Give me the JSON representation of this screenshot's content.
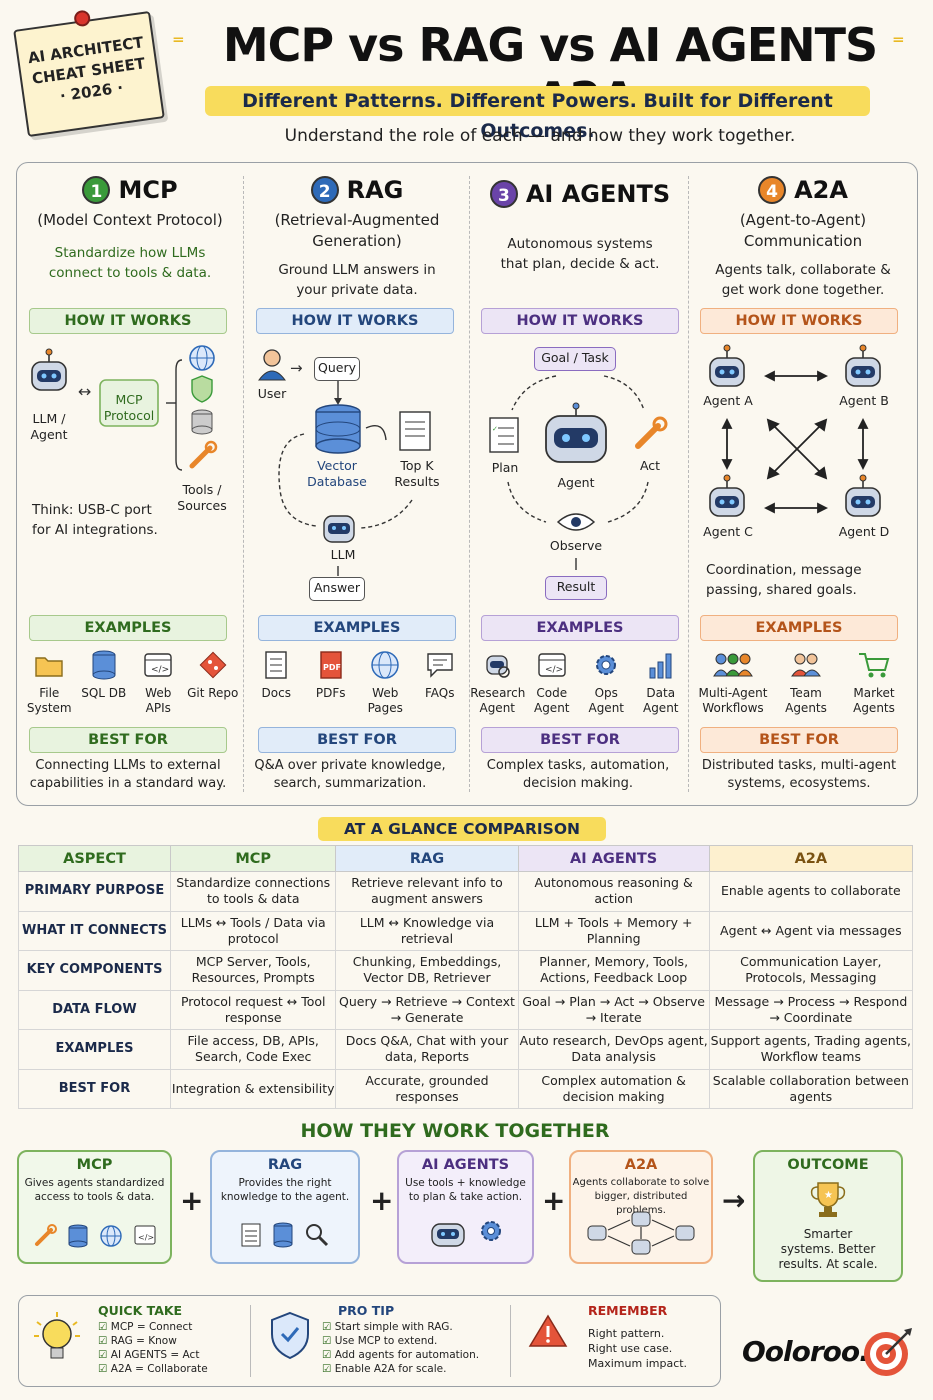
{
  "header": {
    "note_lines": [
      "AI ARCHITECT",
      "CHEAT SHEET",
      "· 2026 ·"
    ],
    "title": "MCP vs RAG vs AI AGENTS vs A2A",
    "subtitle": "Different Patterns. Different Powers. Built for Different Outcomes.",
    "tagline": "Understand the role of each — and how they work together."
  },
  "columns": [
    {
      "num": "1",
      "name": "MCP",
      "sub": "(Model Context Protocol)",
      "desc": "Standardize how LLMs connect to tools & data.",
      "how": "HOW IT WORKS",
      "examples_label": "EXAMPLES",
      "best_label": "BEST FOR",
      "diagram": {
        "agent": "LLM / Agent",
        "protocol": "MCP Protocol",
        "tools": "Tools / Sources",
        "note": "Think: USB-C port for AI integrations."
      },
      "examples": [
        "File System",
        "SQL DB",
        "Web APIs",
        "Git Repo"
      ],
      "best": "Connecting LLMs to external capabilities in a standard way.",
      "accent": "#3a9a3a"
    },
    {
      "num": "2",
      "name": "RAG",
      "sub": "(Retrieval-Augmented Generation)",
      "desc": "Ground LLM answers in your private data.",
      "how": "HOW IT WORKS",
      "examples_label": "EXAMPLES",
      "best_label": "BEST FOR",
      "diagram": {
        "user": "User",
        "query": "Query",
        "vector": "Vector Database",
        "topk": "Top K Results",
        "llm": "LLM",
        "answer": "Answer"
      },
      "examples": [
        "Docs",
        "PDFs",
        "Web Pages",
        "FAQs"
      ],
      "best": "Q&A over private knowledge, search, summarization.",
      "accent": "#2e6ab8"
    },
    {
      "num": "3",
      "name": "AI AGENTS",
      "sub": "",
      "desc": "Autonomous systems that plan, decide & act.",
      "how": "HOW IT WORKS",
      "examples_label": "EXAMPLES",
      "best_label": "BEST FOR",
      "diagram": {
        "goal": "Goal / Task",
        "plan": "Plan",
        "agent": "Agent",
        "act": "Act",
        "observe": "Observe",
        "result": "Result"
      },
      "examples": [
        "Research Agent",
        "Code Agent",
        "Ops Agent",
        "Data Agent"
      ],
      "best": "Complex tasks, automation, decision making.",
      "accent": "#6a44a8"
    },
    {
      "num": "4",
      "name": "A2A",
      "sub": "(Agent-to-Agent) Communication",
      "desc": "Agents talk, collaborate & get work done together.",
      "how": "HOW IT WORKS",
      "examples_label": "EXAMPLES",
      "best_label": "BEST FOR",
      "diagram": {
        "a": "Agent A",
        "b": "Agent B",
        "c": "Agent C",
        "d": "Agent D",
        "note": "Coordination, message passing, shared goals."
      },
      "examples": [
        "Multi-Agent Workflows",
        "Team Agents",
        "Market Agents"
      ],
      "best": "Distributed tasks, multi-agent systems, ecosystems.",
      "accent": "#e8862a"
    }
  ],
  "comparison": {
    "title": "AT A GLANCE COMPARISON",
    "headers": [
      "ASPECT",
      "MCP",
      "RAG",
      "AI AGENTS",
      "A2A"
    ],
    "rows": [
      [
        "PRIMARY PURPOSE",
        "Standardize connections to tools & data",
        "Retrieve relevant info to augment answers",
        "Autonomous reasoning & action",
        "Enable agents to collaborate"
      ],
      [
        "WHAT IT CONNECTS",
        "LLMs ↔ Tools / Data via protocol",
        "LLM ↔ Knowledge via retrieval",
        "LLM + Tools + Memory + Planning",
        "Agent ↔ Agent via messages"
      ],
      [
        "KEY COMPONENTS",
        "MCP Server, Tools, Resources, Prompts",
        "Chunking, Embeddings, Vector DB, Retriever",
        "Planner, Memory, Tools, Actions, Feedback Loop",
        "Communication Layer, Protocols, Messaging"
      ],
      [
        "DATA FLOW",
        "Protocol request ↔ Tool response",
        "Query → Retrieve → Context → Generate",
        "Goal → Plan → Act → Observe → Iterate",
        "Message → Process → Respond → Coordinate"
      ],
      [
        "EXAMPLES",
        "File access, DB, APIs, Search, Code Exec",
        "Docs Q&A, Chat with your data, Reports",
        "Auto research, DevOps agent, Data analysis",
        "Support agents, Trading agents, Workflow teams"
      ],
      [
        "BEST FOR",
        "Integration & extensibility",
        "Accurate, grounded responses",
        "Complex automation & decision making",
        "Scalable collaboration between agents"
      ]
    ]
  },
  "together": {
    "title": "HOW THEY WORK TOGETHER",
    "boxes": [
      {
        "name": "MCP",
        "desc": "Gives agents standardized access to tools & data."
      },
      {
        "name": "RAG",
        "desc": "Provides the right knowledge to the agent."
      },
      {
        "name": "AI AGENTS",
        "desc": "Use tools + knowledge to plan & take action."
      },
      {
        "name": "A2A",
        "desc": "Agents collaborate to solve bigger, distributed problems."
      }
    ],
    "outcome": {
      "name": "OUTCOME",
      "desc": "Smarter systems. Better results. At scale."
    },
    "plus": "+",
    "arrow": "→"
  },
  "bottom": {
    "quick_take": {
      "title": "QUICK TAKE",
      "items": [
        "MCP = Connect",
        "RAG = Know",
        "AI AGENTS = Act",
        "A2A = Collaborate"
      ]
    },
    "pro_tip": {
      "title": "PRO TIP",
      "items": [
        "Start simple with RAG.",
        "Use MCP to extend.",
        "Add agents for automation.",
        "Enable A2A for scale."
      ]
    },
    "remember": {
      "title": "REMEMBER",
      "items": [
        "Right pattern.",
        "Right use case.",
        "Maximum impact."
      ]
    },
    "brand": "Ooloroo.io"
  },
  "colors": {
    "mcp": "#3a9a3a",
    "rag": "#2e6ab8",
    "agents": "#6a44a8",
    "a2a": "#e8862a",
    "highlight": "#f8dc5c"
  }
}
